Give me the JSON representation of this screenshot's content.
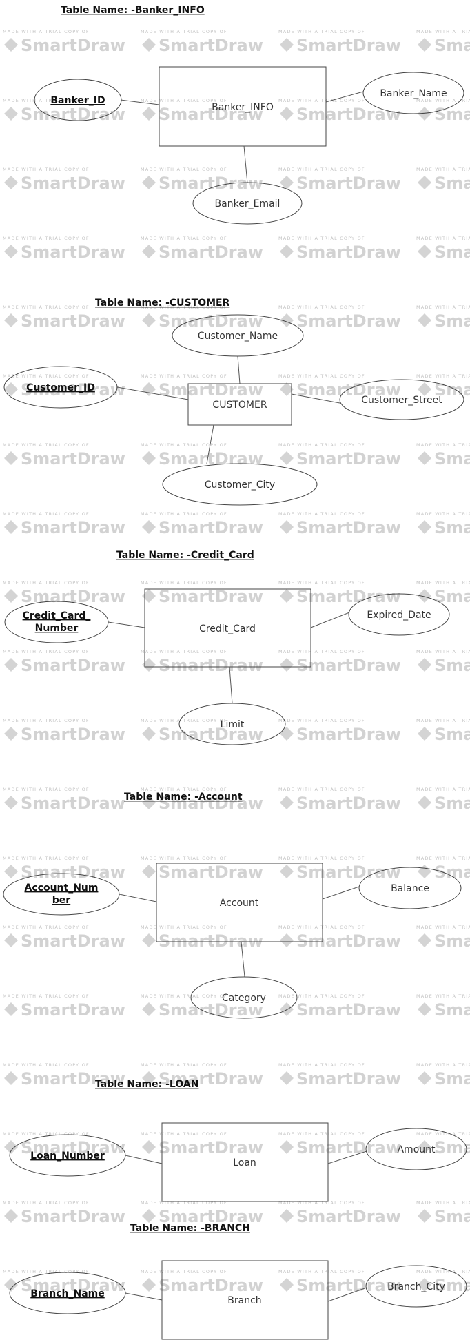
{
  "watermark": {
    "small": "MADE WITH A TRIAL COPY OF",
    "big": "SmartDraw"
  },
  "headings": {
    "banker": "Table Name: -Banker_INFO",
    "customer": "Table Name: -CUSTOMER",
    "credit_card": "Table Name: -Credit_Card",
    "account": "Table Name: -Account",
    "loan": "Table Name: -LOAN",
    "branch": "Table Name: -BRANCH"
  },
  "entities": {
    "banker": "Banker_INFO",
    "customer": "CUSTOMER",
    "credit_card": "Credit_Card",
    "account": "Account",
    "loan": "Loan",
    "branch": "Branch"
  },
  "attributes": {
    "banker_id": "Banker_ID",
    "banker_name": "Banker_Name",
    "banker_email": "Banker_Email",
    "customer_name": "Customer_Name",
    "customer_id": "Customer_ID",
    "customer_street": "Customer_Street",
    "customer_city": "Customer_City",
    "credit_card_number_1": "Credit_Card_",
    "credit_card_number_2": "Number",
    "expired_date": "Expired_Date",
    "limit": "Limit",
    "account_number_1": "Account_Num",
    "account_number_2": "ber",
    "balance": "Balance",
    "category": "Category",
    "loan_number": "Loan_Number",
    "amount": "Amount",
    "branch_name": "Branch_Name",
    "branch_city": "Branch_City"
  }
}
